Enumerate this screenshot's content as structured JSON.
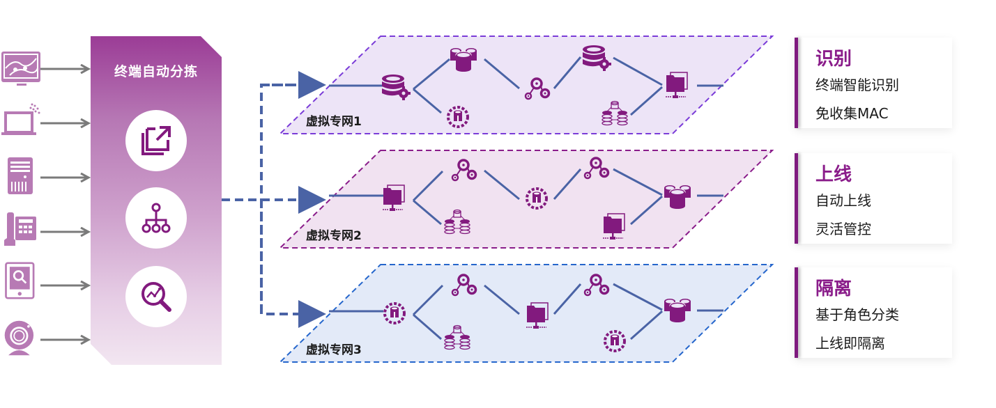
{
  "colors": {
    "node_purple": "#821a7e",
    "device_purple": "#b77ab4",
    "link_blue": "#4a63a5",
    "arrow_gray": "#7a7a7a",
    "plane1_fill": "#ede4f7",
    "plane1_border": "#7a3bd8",
    "plane2_fill": "#f1e2f1",
    "plane2_border": "#8a1c8a",
    "plane3_fill": "#e3eaf8",
    "plane3_border": "#2566cc",
    "card_accent": "#8a1c8a"
  },
  "devices": [
    {
      "icon": "map-display-icon"
    },
    {
      "icon": "wireless-laptop-icon"
    },
    {
      "icon": "server-tower-icon"
    },
    {
      "icon": "desk-phone-icon"
    },
    {
      "icon": "tablet-search-icon"
    },
    {
      "icon": "webcam-icon"
    }
  ],
  "panel": {
    "title": "终端自动分拣",
    "icons": [
      "external-link-icon",
      "hierarchy-icon",
      "analytics-search-icon"
    ]
  },
  "planes": [
    {
      "label": "虚拟专网1",
      "nodes_top": [
        "db-gear-icon",
        "db-cluster-icon",
        "share-nodes-icon",
        "db-gear-icon",
        "network-folder-icon"
      ],
      "nodes_bottom": [
        "db-sync-icon",
        "db-tree-icon"
      ]
    },
    {
      "label": "虚拟专网2",
      "nodes_top": [
        "network-folder-icon",
        "share-nodes-icon",
        "db-sync-icon",
        "share-nodes-icon",
        "db-cluster-icon"
      ],
      "nodes_bottom": [
        "db-tree-icon",
        "network-folder-icon"
      ]
    },
    {
      "label": "虚拟专网3",
      "nodes_top": [
        "db-sync-icon",
        "share-nodes-icon",
        "network-folder-icon",
        "share-nodes-icon",
        "db-cluster-icon"
      ],
      "nodes_bottom": [
        "db-tree-icon",
        "db-sync-icon"
      ]
    }
  ],
  "cards": [
    {
      "title": "识别",
      "lines": [
        "终端智能识别",
        "免收集MAC"
      ]
    },
    {
      "title": "上线",
      "lines": [
        "自动上线",
        "灵活管控"
      ]
    },
    {
      "title": "隔离",
      "lines": [
        "基于角色分类",
        "上线即隔离"
      ]
    }
  ]
}
